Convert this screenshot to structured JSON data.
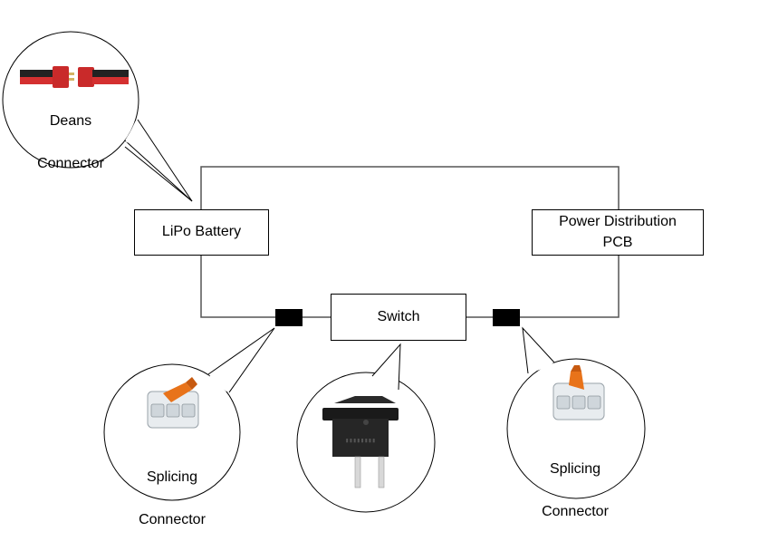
{
  "components": {
    "battery": "LiPo Battery",
    "pdb_line1": "Power Distribution",
    "pdb_line2": "PCB",
    "switch": "Switch"
  },
  "callouts": {
    "deans_line1": "Deans",
    "deans_line2": "Connector",
    "splice_left_line1": "Splicing",
    "splice_left_line2": "Connector",
    "splice_right_line1": "Splicing",
    "splice_right_line2": "Connector"
  },
  "icons": {
    "deans": "deans-connector-icon",
    "splice": "splicing-connector-icon",
    "rocker": "rocker-switch-icon"
  },
  "colors": {
    "deans_red": "#c92a2a",
    "splice_orange": "#e8731a",
    "switch_black": "#1a1a1a"
  }
}
